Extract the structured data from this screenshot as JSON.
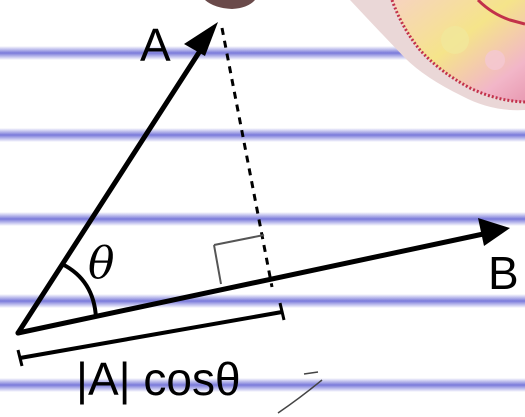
{
  "diagram": {
    "vector_a_label": "A",
    "vector_b_label": "B",
    "angle_label": "θ",
    "projection_label": "|A| cosθ"
  },
  "colors": {
    "ruled_lines": "#6b6bd6",
    "ink": "#000000",
    "case_pink": "#f2b6c8",
    "case_yellow": "#f5e48a",
    "case_red": "#c2314a"
  }
}
